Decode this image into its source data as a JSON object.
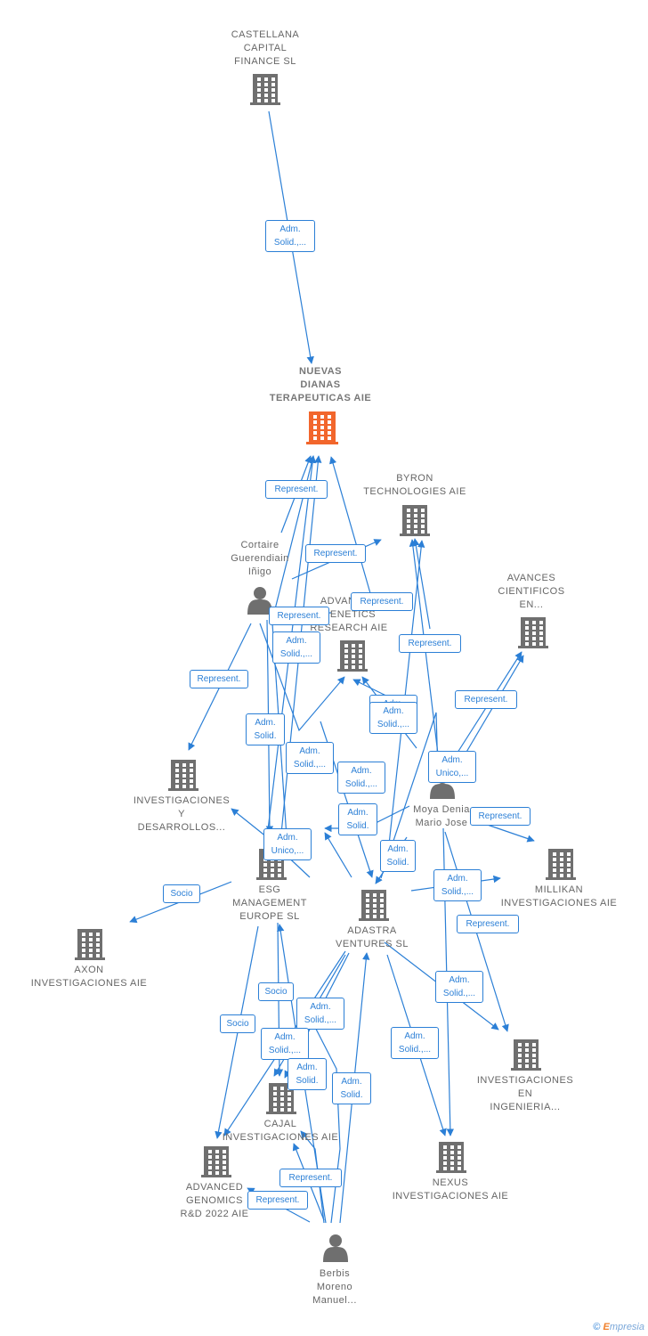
{
  "nodes": [
    {
      "id": "castellana",
      "type": "company",
      "lines": [
        "CASTELLANA",
        "CAPITAL",
        "FINANCE  SL"
      ]
    },
    {
      "id": "nuevas",
      "type": "company-main",
      "lines": [
        "NUEVAS",
        "DIANAS",
        "TERAPEUTICAS AIE"
      ]
    },
    {
      "id": "byron",
      "type": "company",
      "lines": [
        "BYRON",
        "TECHNOLOGIES AIE"
      ]
    },
    {
      "id": "cortaire",
      "type": "person",
      "lines": [
        "Cortaire",
        "Guerendiain",
        "Iñigo"
      ]
    },
    {
      "id": "avances",
      "type": "company",
      "lines": [
        "AVANCES",
        "CIENTIFICOS",
        "EN..."
      ]
    },
    {
      "id": "advanced_gen",
      "type": "company",
      "lines": [
        "ADVANCED",
        "GENETICS",
        "RESEARCH AIE"
      ]
    },
    {
      "id": "inv_des",
      "type": "company",
      "lines": [
        "INVESTIGACIONES",
        "Y",
        "DESARROLLOS..."
      ]
    },
    {
      "id": "moya",
      "type": "person",
      "lines": [
        "Moya Denia",
        "Mario Jose"
      ]
    },
    {
      "id": "millikan",
      "type": "company",
      "lines": [
        "MILLIKAN",
        "INVESTIGACIONES AIE"
      ]
    },
    {
      "id": "esg",
      "type": "company",
      "lines": [
        "ESG",
        "MANAGEMENT",
        "EUROPE  SL"
      ]
    },
    {
      "id": "adastra",
      "type": "company",
      "lines": [
        "ADASTRA",
        "VENTURES  SL"
      ]
    },
    {
      "id": "axon",
      "type": "company",
      "lines": [
        "AXON",
        "INVESTIGACIONES AIE"
      ]
    },
    {
      "id": "inv_ing",
      "type": "company",
      "lines": [
        "INVESTIGACIONES",
        "EN",
        "INGENIERIA..."
      ]
    },
    {
      "id": "cajal",
      "type": "company",
      "lines": [
        "CAJAL",
        "INVESTIGACIONES AIE"
      ]
    },
    {
      "id": "nexus",
      "type": "company",
      "lines": [
        "NEXUS",
        "INVESTIGACIONES AIE"
      ]
    },
    {
      "id": "adv_genomics",
      "type": "company",
      "lines": [
        "ADVANCED",
        "GENOMICS",
        "R&D 2022 AIE"
      ]
    },
    {
      "id": "berbis",
      "type": "person",
      "lines": [
        "Berbis",
        "Moreno",
        "Manuel..."
      ]
    }
  ],
  "edge_labels": [
    [
      "Adm.",
      "Solid.,..."
    ],
    [
      "Represent."
    ],
    [
      "Represent."
    ],
    [
      "Represent."
    ],
    [
      "Represent."
    ],
    [
      "Adm.",
      "Solid.,..."
    ],
    [
      "Represent."
    ],
    [
      "Represent."
    ],
    [
      "Adm.",
      "Solid."
    ],
    [
      "Adm.",
      "Solid.,..."
    ],
    [
      "Adm.",
      "Solid.,..."
    ],
    [
      "Adm.",
      "Solid.,..."
    ],
    [
      "Adm.",
      "Unico,..."
    ],
    [
      "Represent."
    ],
    [
      "Adm.",
      "Solid.,..."
    ],
    [
      "Adm.",
      "Solid."
    ],
    [
      "Adm.",
      "Unico,..."
    ],
    [
      "Adm.",
      "Solid."
    ],
    [
      "Socio"
    ],
    [
      "Adm.",
      "Solid.,..."
    ],
    [
      "Represent."
    ],
    [
      "Represent."
    ],
    [
      "Adm.",
      "Solid.,..."
    ],
    [
      "Socio"
    ],
    [
      "Adm.",
      "Solid.,..."
    ],
    [
      "Socio"
    ],
    [
      "Adm.",
      "Solid.,..."
    ],
    [
      "Adm.",
      "Solid."
    ],
    [
      "Adm.",
      "Solid.,..."
    ],
    [
      "Adm.",
      "Solid."
    ],
    [
      "Represent."
    ],
    [
      "Represent."
    ]
  ],
  "colors": {
    "edge": "#2b7fd6",
    "building": "#6f6f6f",
    "building_main": "#f2662c",
    "person": "#6f6f6f"
  },
  "footer": {
    "copyright": "©",
    "brand_e": "E",
    "brand_rest": "mpresia"
  }
}
